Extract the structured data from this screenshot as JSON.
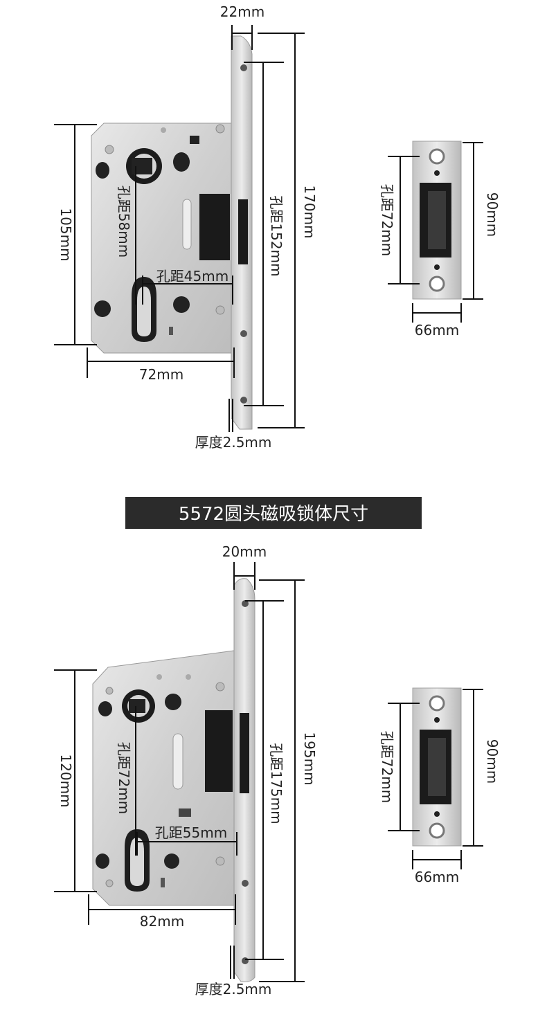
{
  "title": "5572圆头磁吸锁体尺寸",
  "top": {
    "faceplate_width": "22mm",
    "body_height": "105mm",
    "hole_spacing_vertical": "孔距58mm",
    "hole_spacing_horizontal": "孔距45mm",
    "faceplate_hole_spacing": "孔距152mm",
    "faceplate_length": "170mm",
    "body_depth": "72mm",
    "thickness": "厚度2.5mm",
    "strike_hole_spacing": "孔距72mm",
    "strike_height": "90mm",
    "strike_width": "66mm"
  },
  "bottom": {
    "faceplate_width": "20mm",
    "body_height": "120mm",
    "hole_spacing_vertical": "孔距72mm",
    "hole_spacing_horizontal": "孔距55mm",
    "faceplate_hole_spacing": "孔距175mm",
    "faceplate_length": "195mm",
    "body_depth": "82mm",
    "thickness": "厚度2.5mm",
    "strike_hole_spacing": "孔距72mm",
    "strike_height": "90mm",
    "strike_width": "66mm"
  }
}
